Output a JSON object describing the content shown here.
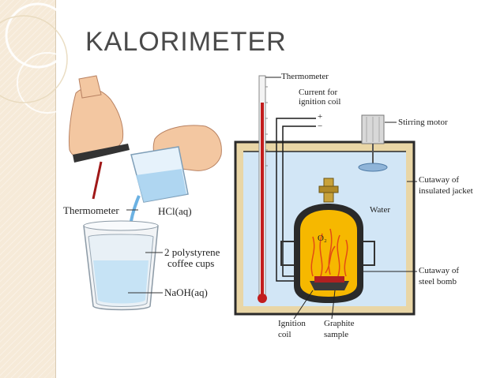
{
  "slide": {
    "title": "KALORIMETER"
  },
  "coffee_cup": {
    "thermometer_label": "Thermometer",
    "acid_label": "HCl(aq)",
    "cups_label_line1": "2 polystyrene",
    "cups_label_line2": "coffee cups",
    "base_label": "NaOH(aq)"
  },
  "bomb": {
    "thermometer_label": "Thermometer",
    "current_label_line1": "Current for",
    "current_label_line2": "ignition coil",
    "plus_sign": "+",
    "minus_sign": "−",
    "stirring_label": "Stirring motor",
    "water_label": "Water",
    "oxygen_label": "O₂",
    "jacket_label_line1": "Cutaway of",
    "jacket_label_line2": "insulated jacket",
    "steel_label_line1": "Cutaway of",
    "steel_label_line2": "steel bomb",
    "ignition_label_line1": "Ignition",
    "ignition_label_line2": "coil",
    "graphite_label_line1": "Graphite",
    "graphite_label_line2": "sample"
  },
  "colors": {
    "slide_strip": "#f6ead8",
    "title": "#4a4a4a",
    "water": "#d2e6f6",
    "jacket": "#e9d6a6",
    "bomb_fill": "#f6b800",
    "flame": "#e34b14"
  }
}
